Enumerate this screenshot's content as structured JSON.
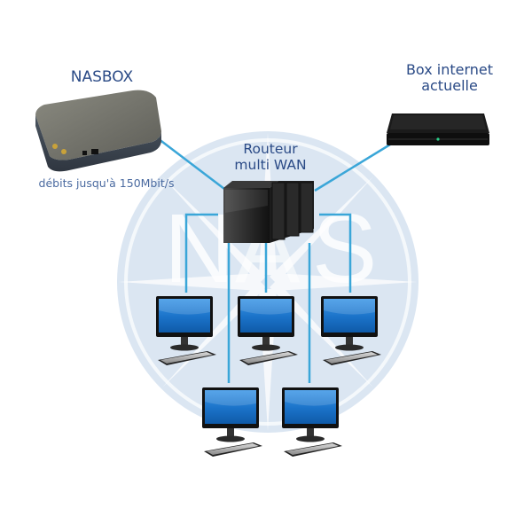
{
  "diagram": {
    "type": "network-topology",
    "watermark": {
      "letters": [
        "N",
        "A",
        "S"
      ],
      "shape": "compass-circle"
    },
    "colors": {
      "label": "#2a4a86",
      "cable": "#3aa6d8",
      "watermark_circle": "#dbe6f2",
      "screen": "#1a72c8"
    },
    "nodes": {
      "nasbox": {
        "label": "NASBOX",
        "caption": "débits jusqu'à 150Mbit/s",
        "icon": "nas-box-icon"
      },
      "internet_box": {
        "label_line1": "Box internet",
        "label_line2": "actuelle",
        "icon": "internet-box-icon"
      },
      "router": {
        "label_line1": "Routeur",
        "label_line2": "multi WAN",
        "icon": "router-tower-icon"
      },
      "computers": [
        {
          "id": "pc-1",
          "icon": "desktop-computer-icon"
        },
        {
          "id": "pc-2",
          "icon": "desktop-computer-icon"
        },
        {
          "id": "pc-3",
          "icon": "desktop-computer-icon"
        },
        {
          "id": "pc-4",
          "icon": "desktop-computer-icon"
        },
        {
          "id": "pc-5",
          "icon": "desktop-computer-icon"
        }
      ]
    },
    "edges": [
      {
        "from": "nasbox",
        "to": "router"
      },
      {
        "from": "internet_box",
        "to": "router"
      },
      {
        "from": "router",
        "to": "pc-1"
      },
      {
        "from": "router",
        "to": "pc-2"
      },
      {
        "from": "router",
        "to": "pc-3"
      },
      {
        "from": "router",
        "to": "pc-4"
      },
      {
        "from": "router",
        "to": "pc-5"
      }
    ]
  }
}
